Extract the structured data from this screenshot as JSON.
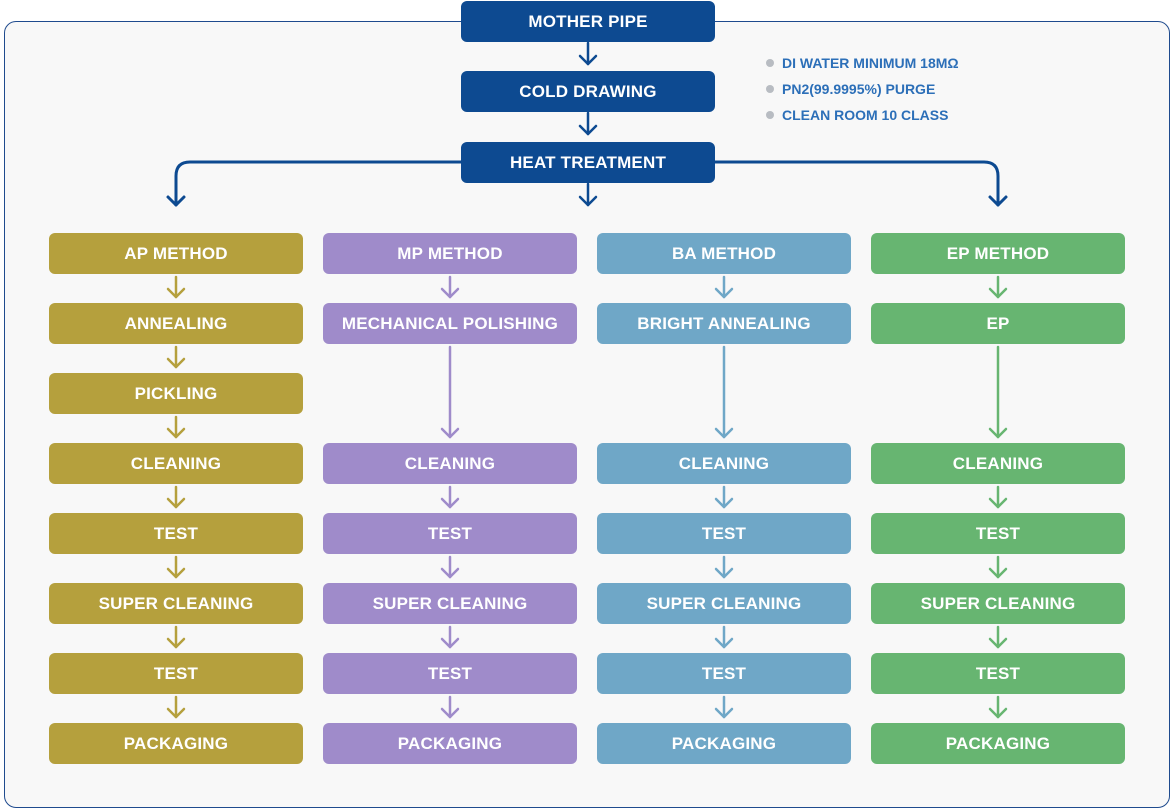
{
  "top_steps": [
    "MOTHER PIPE",
    "COLD DRAWING",
    "HEAT TREATMENT"
  ],
  "notes": [
    "DI WATER MINIMUM 18MΩ",
    "PN2(99.9995%) PURGE",
    "CLEAN ROOM 10 CLASS"
  ],
  "colors": {
    "top": "#0d4a91",
    "ap": "#b5a03d",
    "mp": "#9f8bca",
    "ba": "#6fa7c7",
    "ep": "#67b571"
  },
  "methods": [
    {
      "key": "ap",
      "color": "#b5a03d",
      "arrow_color": "#b5a03d",
      "steps": [
        "AP METHOD",
        "ANNEALING",
        "PICKLING",
        "CLEANING",
        "TEST",
        "SUPER CLEANING",
        "TEST",
        "PACKAGING"
      ]
    },
    {
      "key": "mp",
      "color": "#9f8bca",
      "arrow_color": "#9f8bca",
      "steps": [
        "MP METHOD",
        "MECHANICAL POLISHING",
        "CLEANING",
        "TEST",
        "SUPER CLEANING",
        "TEST",
        "PACKAGING"
      ]
    },
    {
      "key": "ba",
      "color": "#6fa7c7",
      "arrow_color": "#6fa7c7",
      "steps": [
        "BA METHOD",
        "BRIGHT ANNEALING",
        "CLEANING",
        "TEST",
        "SUPER CLEANING",
        "TEST",
        "PACKAGING"
      ]
    },
    {
      "key": "ep",
      "color": "#67b571",
      "arrow_color": "#67b571",
      "steps": [
        "EP METHOD",
        "EP",
        "CLEANING",
        "TEST",
        "SUPER CLEANING",
        "TEST",
        "PACKAGING"
      ]
    }
  ]
}
